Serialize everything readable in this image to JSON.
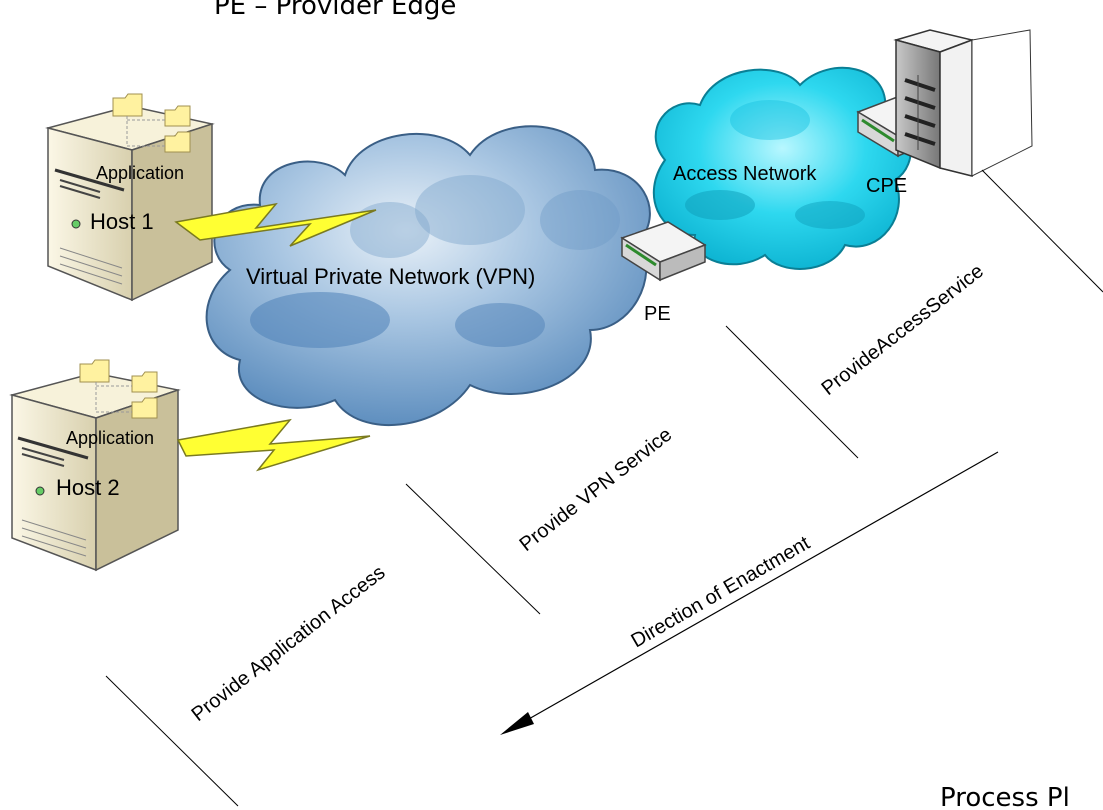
{
  "legend_top": "PE – Provider Edge",
  "caption_bottom": "Process Pl",
  "hosts": [
    {
      "app_label": "Application",
      "host_label": "Host 1"
    },
    {
      "app_label": "Application",
      "host_label": "Host 2"
    }
  ],
  "clouds": {
    "vpn_label": "Virtual Private Network (VPN)",
    "access_label": "Access Network"
  },
  "devices": {
    "pe_label": "PE",
    "cpe_label": "CPE"
  },
  "services": {
    "application_access": "Provide Application Access",
    "vpn_service": "Provide VPN Service",
    "access_service": "ProvideAccessService",
    "enactment": "Direction of Enactment"
  },
  "colors": {
    "vpn_cloud": "#8fb4d6",
    "access_cloud": "#22d8ec",
    "lightning": "#ffff33",
    "folder": "#fff2a0",
    "server_body": "#f0ead2"
  }
}
